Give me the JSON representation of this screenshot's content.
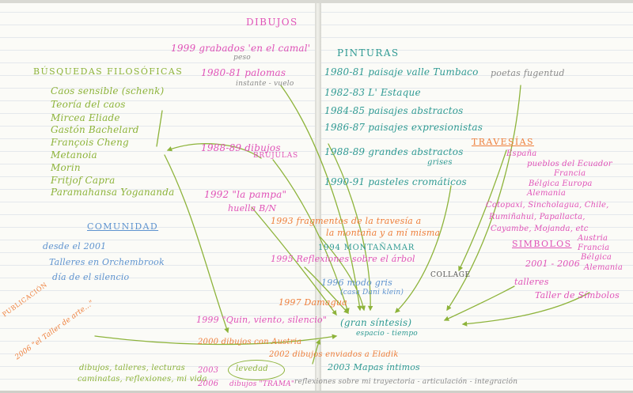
{
  "headings": {
    "dibujos": "DIBUJOS",
    "pinturas": "PINTURAS",
    "busquedas": "BÚSQUEDAS FILOSÓFICAS",
    "comunidad": "COMUNIDAD",
    "travesias": "TRAVESÍAS",
    "simbolos": "SIMBOLOS"
  },
  "filosofia": {
    "items": [
      "Caos sensible (schenk)",
      "Teoría del caos",
      "Mircea Eliade",
      "Gastón Bachelard",
      "François Cheng",
      "Metanoia",
      "Morin",
      "Fritjof Capra",
      "Paramahansa Yogananda"
    ]
  },
  "dibujos": {
    "e1999_grabados": "1999 grabados 'en el camal'",
    "e1999_pesos": "peso",
    "e1980_palomas": "1980-81 palomas",
    "e1980_note": "instante - vuelo",
    "e1988_dibujos": "1988-89 dibujos",
    "e1988_brujulas": "BRUJULAS",
    "e1992_pampa": "1992 \"la pampa\"",
    "e1992_huella": "huella B/N"
  },
  "pinturas": {
    "items": [
      {
        "year": "1980-81",
        "text": "paisaje valle Tumbaco"
      },
      {
        "year": "1982-83",
        "text": "L' Estaque"
      },
      {
        "year": "1984-85",
        "text": "paisajes abstractos"
      },
      {
        "year": "1986-87",
        "text": "paisajes expresionistas"
      },
      {
        "year": "1988-89",
        "text": "grandes abstractos"
      },
      {
        "year": "1990-91",
        "text": "pasteles cromáticos"
      }
    ],
    "grises": "grises",
    "poetas": "poetas fugentud"
  },
  "travesias": {
    "lines": [
      "España",
      "pueblos del Ecuador",
      "Francia",
      "Bélgica   Europa",
      "Alemania",
      "Cotopaxi, Sincholagua, Chile,",
      "Rumiñahui, Papallacta,",
      "Cayambe, Mojanda, etc",
      "Austria",
      "Francia",
      "Bélgica",
      "Alemania"
    ]
  },
  "simbolos": {
    "range": "2001 - 2006",
    "talleres": "talleres",
    "taller_simbolos": "Taller de Símbolos"
  },
  "comunidad": {
    "line1": "desde el 2001",
    "line2": "Talleres en Orchembrook",
    "line3": "día de el silencio"
  },
  "middle": {
    "e1993_line1": "1993 fragmentos de la travesía a",
    "e1993_line2": "la montaña y a mí misma",
    "e1994": "1994 MONTAÑAMAR",
    "e1995": "1995 Reflexiones sobre el árbol",
    "collage": "COLLAGE",
    "e1996": "1996 modo gris",
    "e1996_note": "(casa Dani klein)",
    "e1997": "1997 Damagua",
    "e1999_quin": "1999 \"Quin, viento, silencio\"",
    "gran_sintesis": "(gran síntesis)",
    "espacio": "espacio - tiempo",
    "e2000": "2000 dibujos con Austria",
    "e2002": "2002 dibujos enviados a Eladik",
    "e2003_mapas": "2003 Mapas íntimos"
  },
  "bottom": {
    "dibujos_talleres": "dibujos, talleres, lecturas",
    "caminatas": "caminatas, reflexiones, mi vida",
    "e2003": "2003",
    "levedad": "levedad",
    "e2006": "2006",
    "dibujos_trama": "dibujos \"TRAMA\"",
    "reflexiones": "reflexiones sobre mi trayectoria - articulación - integración"
  },
  "publicacion": {
    "label": "PUBLICACIÓN",
    "text": "2006 \"el Taller de arte...\""
  },
  "colors": {
    "green": "#8db33a",
    "magenta": "#e053b8",
    "orange": "#ee7e3a",
    "teal": "#2f9a93",
    "blue": "#5e93cf",
    "gray": "#8a8a8a"
  }
}
